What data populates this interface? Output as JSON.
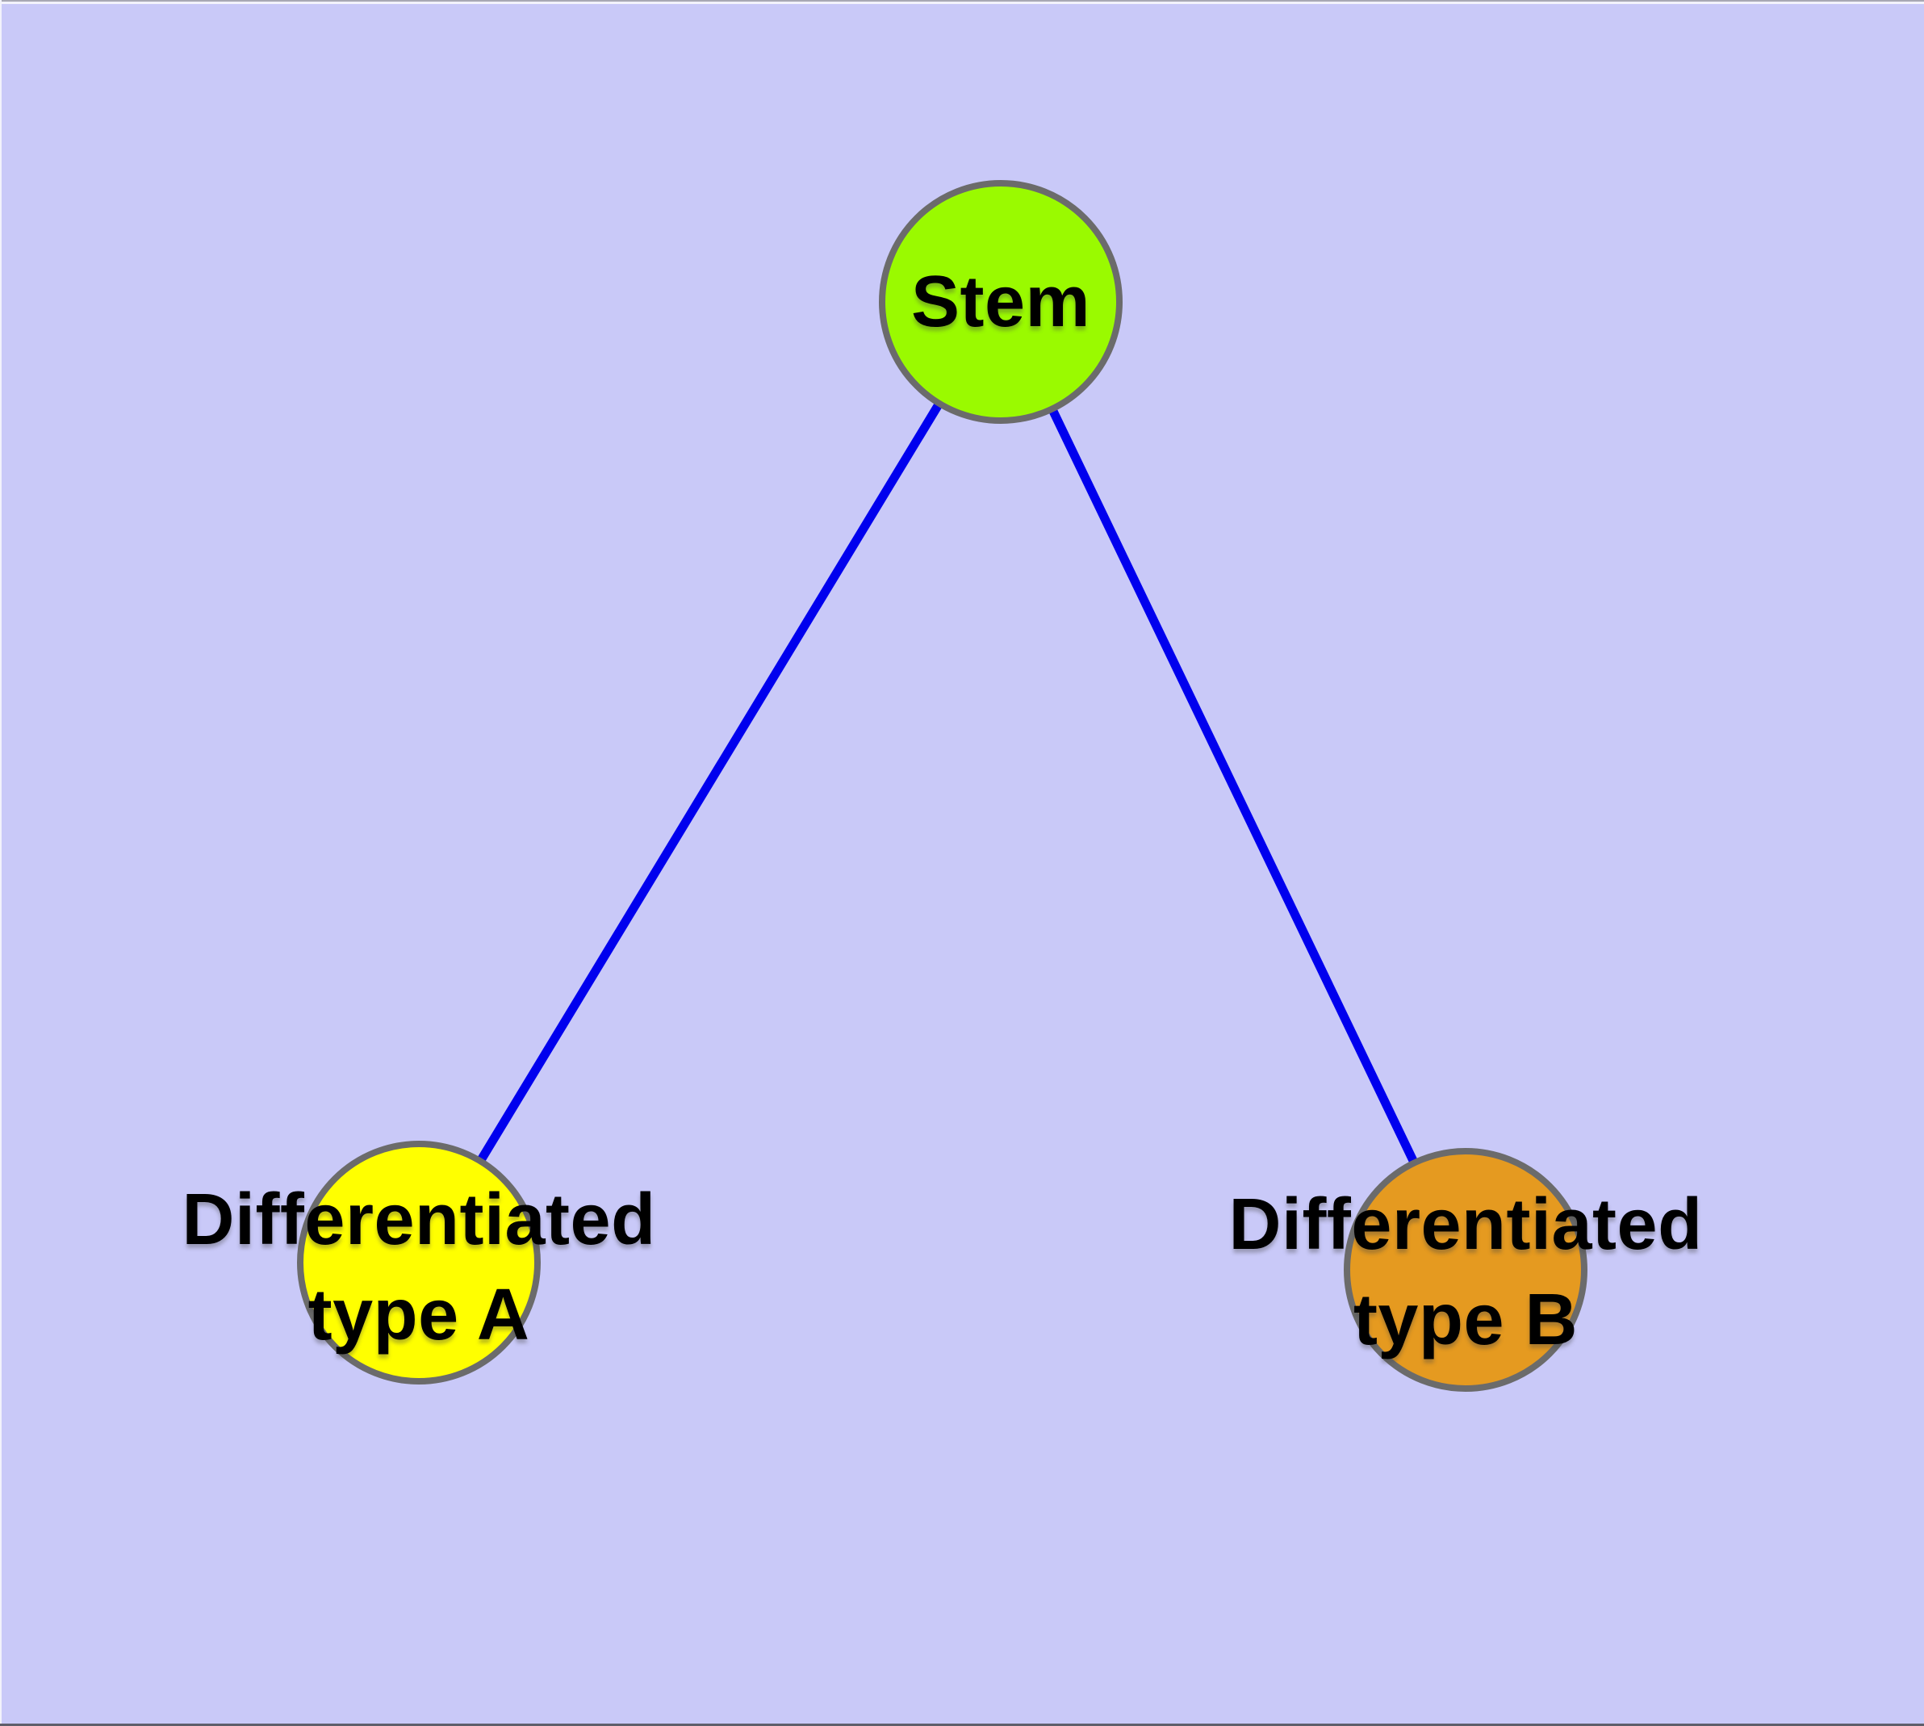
{
  "diagram": {
    "background": "#C9C9F8",
    "edge_color": "#0000EE",
    "node_border_color": "#6B6B6B",
    "text_color": "#000000",
    "nodes": [
      {
        "id": "stem",
        "label": "Stem",
        "label_lines": [
          "Stem"
        ],
        "color": "#9AFA00"
      },
      {
        "id": "type-a",
        "label": "Differentiated type A",
        "label_lines": [
          "Differentiated",
          "type A"
        ],
        "color": "#FFFF00"
      },
      {
        "id": "type-b",
        "label": "Differentiated type B",
        "label_lines": [
          "Differentiated",
          "type B"
        ],
        "color": "#E59A20"
      }
    ],
    "edges": [
      {
        "from": "Stem",
        "to": "Differentiated type A"
      },
      {
        "from": "Stem",
        "to": "Differentiated type B"
      }
    ]
  }
}
